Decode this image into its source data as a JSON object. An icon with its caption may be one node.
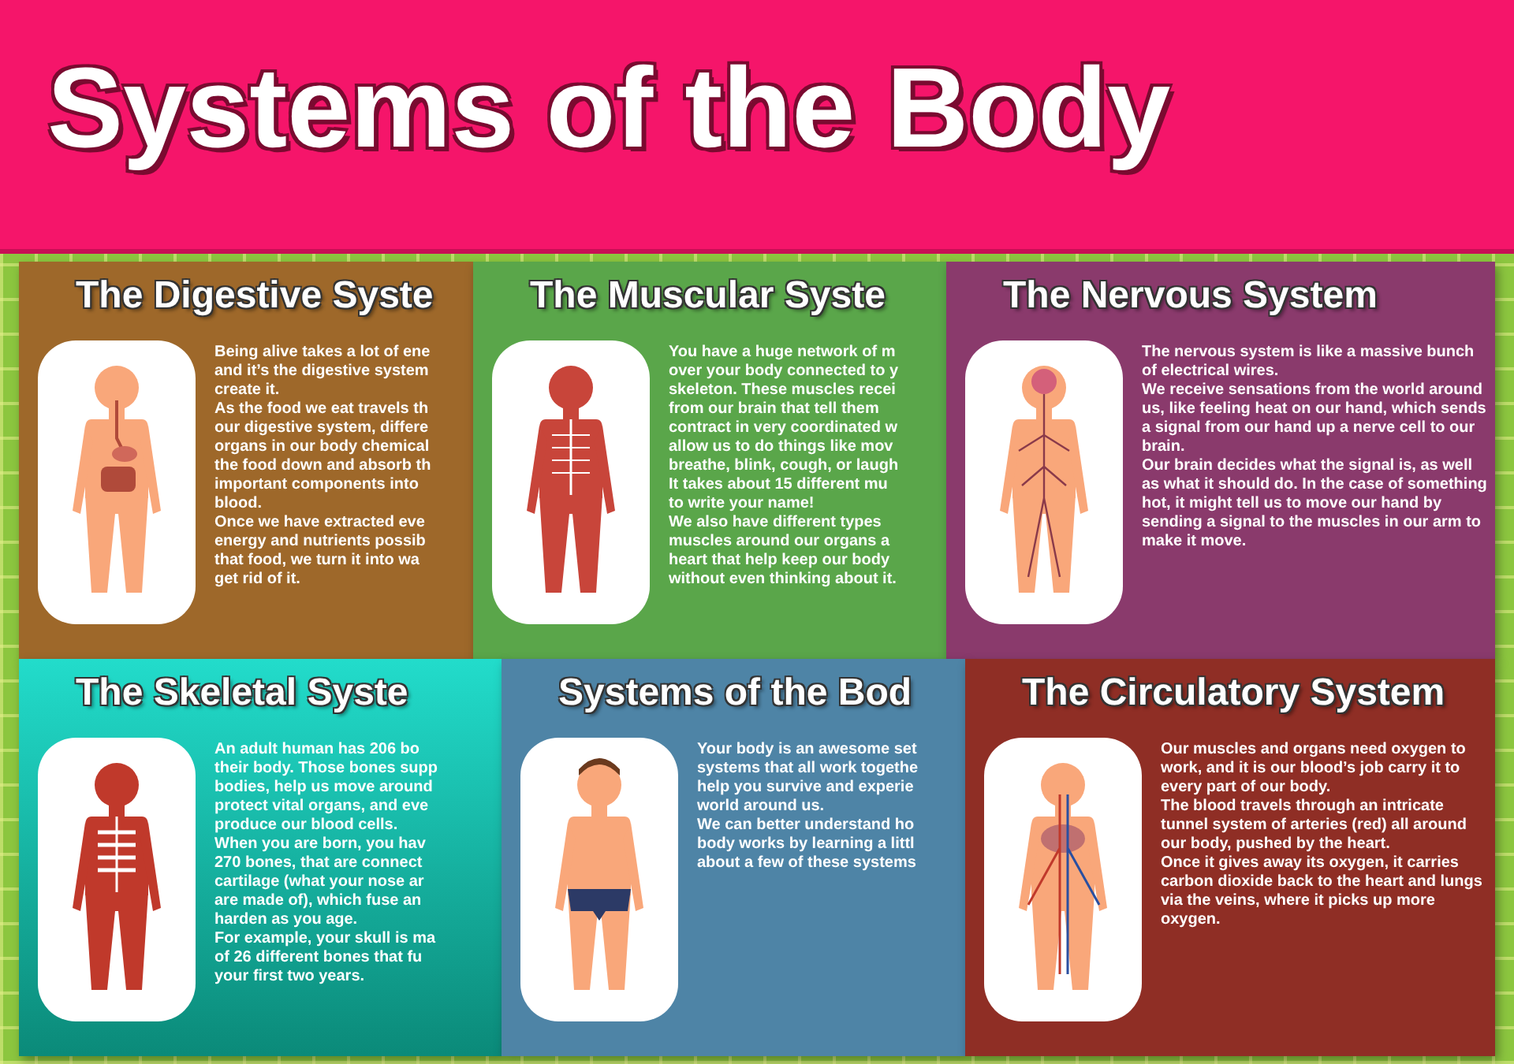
{
  "diagram": {
    "title": "Systems of the Body",
    "nodes": [
      {
        "text": [
          "The Digestive Syste",
          "Being alive takes a lot of ene",
          "and it’s the digestive system",
          "create it.",
          "As the food we eat travels th",
          "our digestive system, differe",
          "organs in our body chemical",
          "the food down and absorb th",
          "important components into",
          "blood.",
          "Once we have extracted eve",
          "energy and nutrients possib",
          "that food, we turn it into wa",
          "get rid of it."
        ]
      },
      {
        "text": [
          "The Muscular Syste",
          "You have a huge network of m",
          "over your body connected to y",
          "skeleton. These muscles recei",
          "from our brain that tell them",
          "contract in very coordinated w",
          "allow us to do things like mov",
          "breathe, blink, cough, or laugh",
          "It takes about 15 different mu",
          "to write your name!",
          "We also have different types",
          "muscles around our organs a",
          "heart that help keep our body",
          "without even thinking about it."
        ]
      },
      {
        "text": [
          "The Nervous System",
          "The nervous system is like a massive bunch of electrical wires.",
          "We receive sensations from the world around us, like feeling heat on our hand, which sends a signal from our hand up a nerve cell to our brain.",
          "Our brain decides what the signal is, as well as what it should do. In the case of something hot, it might tell us to move our hand by sending a signal to the muscles in our arm to make it move."
        ]
      },
      {
        "text": [
          "The Skeletal Syste",
          "An adult human has 206 bo",
          "their body. Those bones supp",
          "bodies, help us move around",
          "protect vital organs, and eve",
          "produce our blood cells.",
          "When you are born, you hav",
          "270 bones, that are connect",
          "cartilage (what your nose ar",
          "are made of), which fuse an",
          "harden as you age.",
          "For example, your skull is ma",
          "of 26 different bones that fu",
          "your first two years."
        ]
      },
      {
        "text": [
          "Systems of the Bod",
          "Your body is an awesome set",
          "systems that all work togethe",
          "help you survive and experie",
          "world around us.",
          "We can better understand ho",
          "body works by learning a littl",
          "about a few of these systems"
        ]
      },
      {
        "text": [
          "The Circulatory System",
          "Our muscles and organs need oxygen to work, and it is our blood’s job carry it to every part of our body.",
          "The blood travels through an intricate tunnel system of arteries (red) all around our body, pushed by the heart.",
          "Once it gives away its oxygen, it carries carbon dioxide back to the heart and lungs via the veins, where it picks up more oxygen."
        ]
      }
    ]
  }
}
